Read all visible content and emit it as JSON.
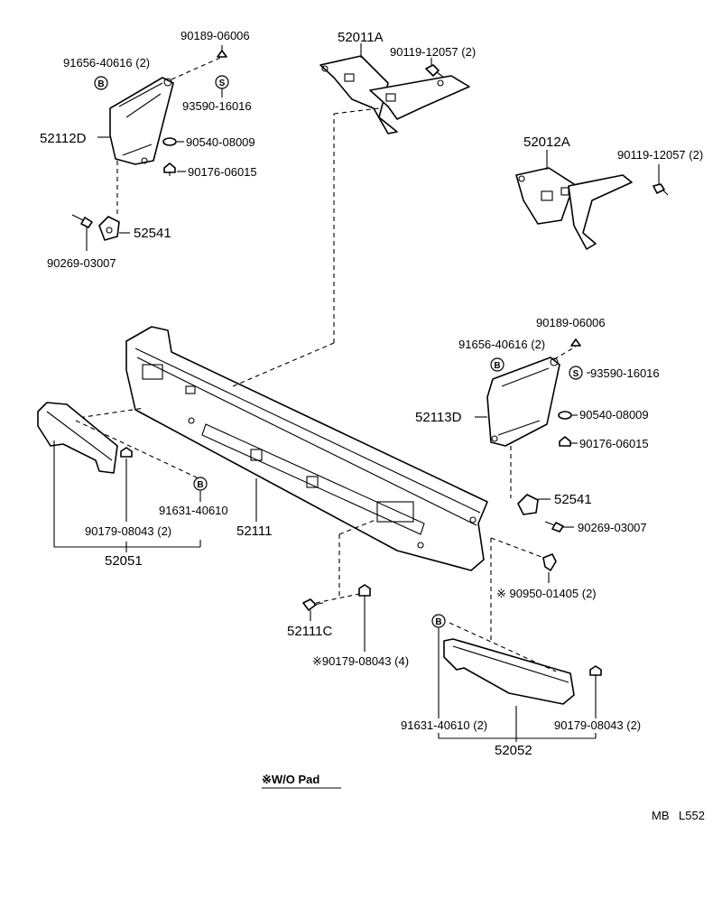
{
  "labels": {
    "p90189_tl": "90189-06006",
    "p91656_tl": "91656-40616 (2)",
    "p93590_tl": "93590-16016",
    "p52112D": "52112D",
    "p90540_tl": "90540-08009",
    "p90176_tl": "90176-06015",
    "p52541_tl": "52541",
    "p90269_tl": "90269-03007",
    "p52011A": "52011A",
    "p90119_top": "90119-12057 (2)",
    "p52012A": "52012A",
    "p90119_right": "90119-12057 (2)",
    "p90189_r": "90189-06006",
    "p91656_r": "91656-40616 (2)",
    "p93590_r": "93590-16016",
    "p52113D": "52113D",
    "p90540_r": "90540-08009",
    "p90176_r": "90176-06015",
    "p52541_r": "52541",
    "p90269_r": "90269-03007",
    "p91631_l": "91631-40610",
    "p90179_l": "90179-08043 (2)",
    "p52051": "52051",
    "p52111": "52111",
    "p90950": "※ 90950-01405 (2)",
    "p52111C": "52111C",
    "p90179_c": "※90179-08043 (4)",
    "p91631_b": "91631-40610 (2)",
    "p90179_b": "90179-08043 (2)",
    "p52052": "52052",
    "note": "※W/O Pad",
    "code_a": "MB",
    "code_b": "L552"
  },
  "marks": {
    "b": "B",
    "s": "S"
  }
}
